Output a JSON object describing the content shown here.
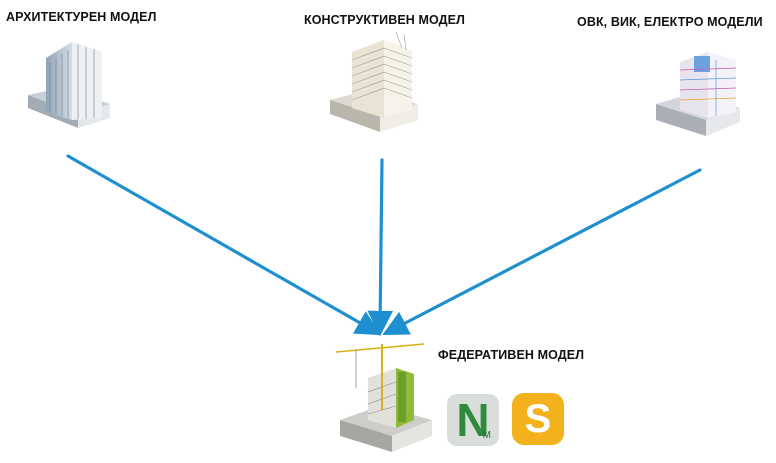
{
  "labels": {
    "architectural": "АРХИТЕКТУРЕН МОДЕЛ",
    "structural": "КОНСТРУКТИВЕН МОДЕЛ",
    "mep": "ОВК, ВИК, ЕЛЕКТРО МОДЕЛИ",
    "federated": "ФЕДЕРАТИВЕН МОДЕЛ"
  },
  "apps": {
    "navisworks": {
      "letter": "N",
      "sub": "M",
      "color": "#2e8b3d"
    },
    "synchro": {
      "letter": "S",
      "color": "#f3b21b"
    }
  },
  "colors": {
    "arrow": "#1e8fd0"
  }
}
